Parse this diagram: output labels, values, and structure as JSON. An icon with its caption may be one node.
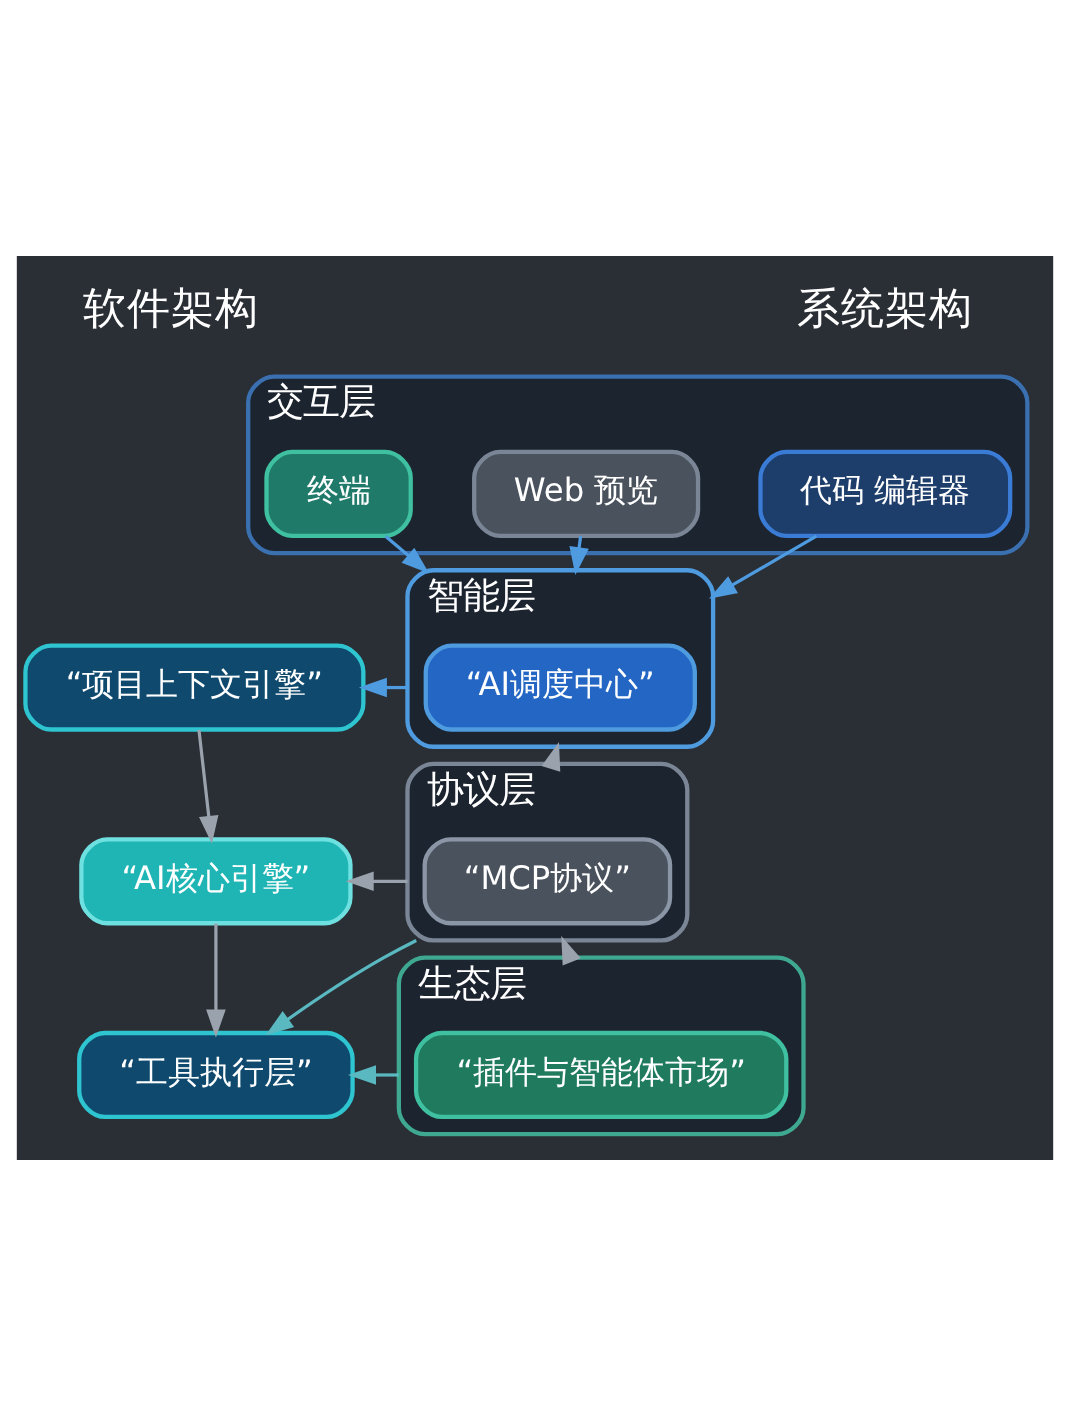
{
  "diagram": {
    "nodes": [
      {
        "text": [
          "交互层"
        ]
      },
      {
        "text": [
          "代码 编辑器"
        ],
        "in": 0
      },
      {
        "text": [
          "Web 预览"
        ],
        "in": 0
      },
      {
        "text": [
          "终端"
        ],
        "in": 0
      },
      {
        "text": [
          "智能层"
        ]
      },
      {
        "text": [
          "“AI调度中心”"
        ],
        "in": 4
      },
      {
        "text": [
          "协议层"
        ]
      },
      {
        "text": [
          "“MCP协议”"
        ],
        "in": 6
      },
      {
        "text": [
          "生态层"
        ]
      },
      {
        "text": [
          "“插件与智能体市场”"
        ],
        "in": 8
      },
      {
        "text": [
          "“项目上下文引擎”"
        ]
      },
      {
        "text": [
          "“AI核心引擎”"
        ]
      },
      {
        "text": [
          "“工具执行层”"
        ]
      }
    ],
    "edges": [
      {
        "from": 1,
        "to": 4,
        "arrow": "to",
        "color": "#4f9be0"
      },
      {
        "from": 2,
        "to": 4,
        "arrow": "to",
        "color": "#4f9be0"
      },
      {
        "from": 3,
        "to": 4,
        "arrow": "to",
        "color": "#4f9be0"
      },
      {
        "from": 4,
        "to": 10,
        "arrow": "to",
        "color": "#4f9be0"
      },
      {
        "from": 10,
        "to": 11,
        "arrow": "to"
      },
      {
        "from": 11,
        "to": 12,
        "arrow": "to"
      },
      {
        "from": 6,
        "to": 4,
        "arrow": "to"
      },
      {
        "from": 8,
        "to": 6,
        "arrow": "to"
      },
      {
        "from": 6,
        "to": 11,
        "arrow": "to"
      },
      {
        "from": 6,
        "to": 12,
        "arrow": "to",
        "color": "#5ab8c0"
      },
      {
        "from": 8,
        "to": 12,
        "arrow": "to",
        "color": "#5ab8c0"
      }
    ],
    "labels": [
      "系统架构",
      "软件架构"
    ]
  }
}
